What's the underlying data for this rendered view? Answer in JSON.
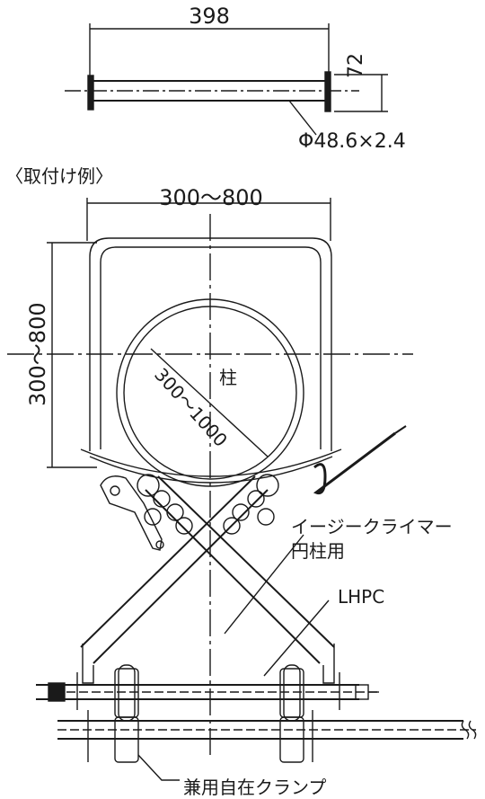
{
  "top_view": {
    "width_dim": "398",
    "height_dim": "72",
    "pipe_spec": "Φ48.6×2.4"
  },
  "example": {
    "title": "〈取付け例〉",
    "width_range": "300〜800",
    "height_range": "300〜800",
    "pillar_label": "柱",
    "diameter_range": "300〜1000",
    "product_line1": "イージークライマー",
    "product_line2": "円柱用",
    "lhpc_label": "LHPC",
    "clamp_label": "兼用自在クランプ"
  }
}
